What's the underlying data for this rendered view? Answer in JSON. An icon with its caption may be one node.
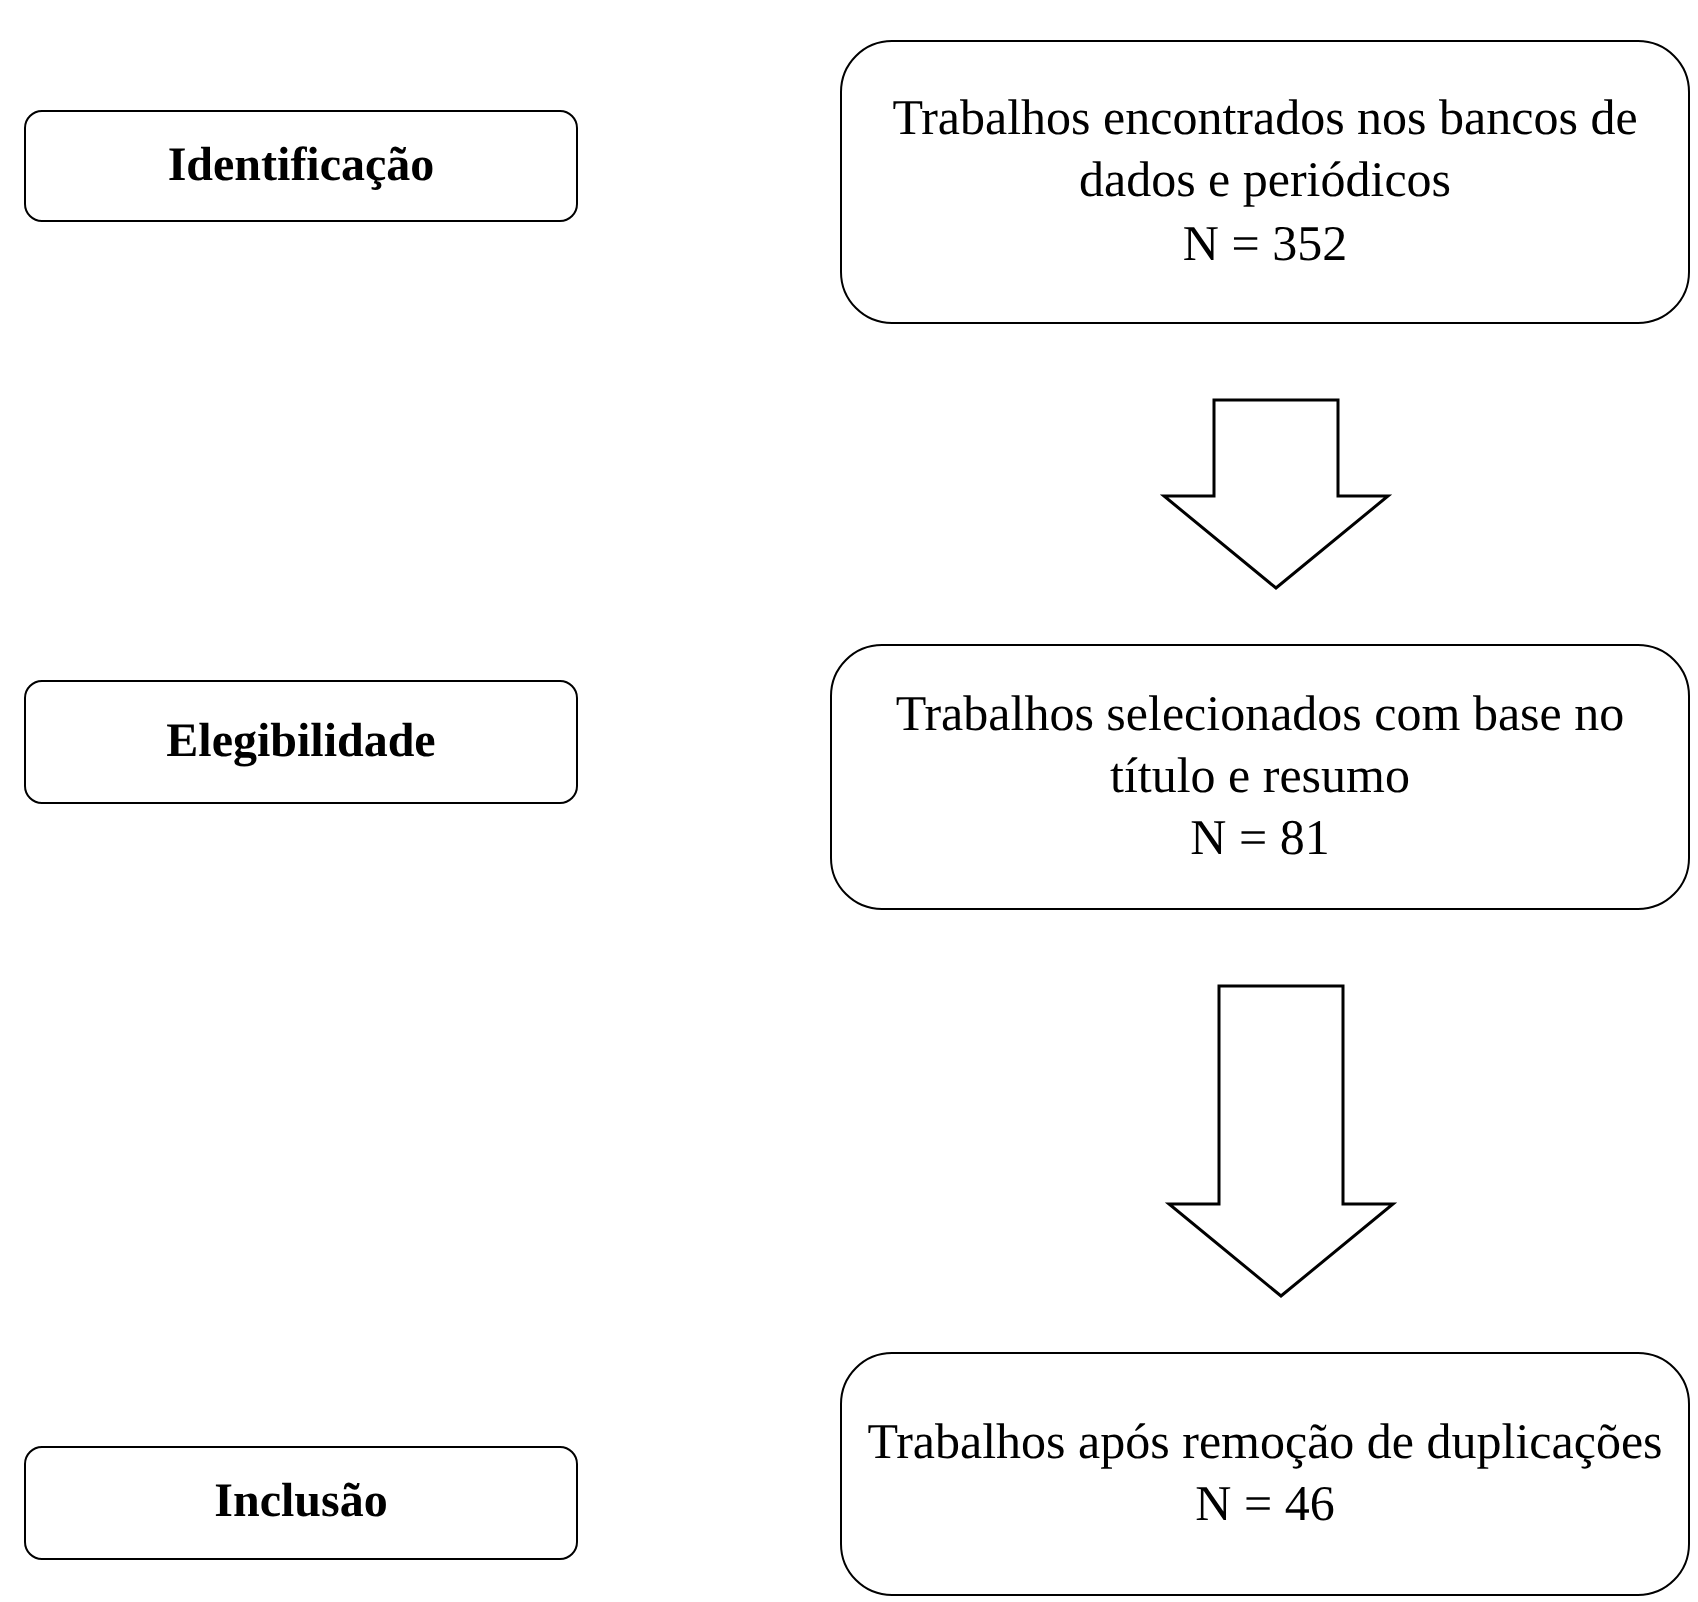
{
  "diagram": {
    "nodes": [
      {
        "text": [
          "Identificação"
        ]
      },
      {
        "text": [
          "Trabalhos encontrados nos bancos de dados e periódicos",
          "N = 352"
        ]
      },
      {
        "text": [
          "Elegibilidade"
        ]
      },
      {
        "text": [
          "Trabalhos selecionados com base no título e resumo",
          "N = 81"
        ]
      },
      {
        "text": [
          "Inclusão"
        ]
      },
      {
        "text": [
          "Trabalhos após remoção de duplicações",
          "N = 46"
        ]
      }
    ],
    "edges": [
      {
        "from": 1,
        "to": 3,
        "arrow": "to"
      },
      {
        "from": 3,
        "to": 5,
        "arrow": "to"
      }
    ]
  }
}
